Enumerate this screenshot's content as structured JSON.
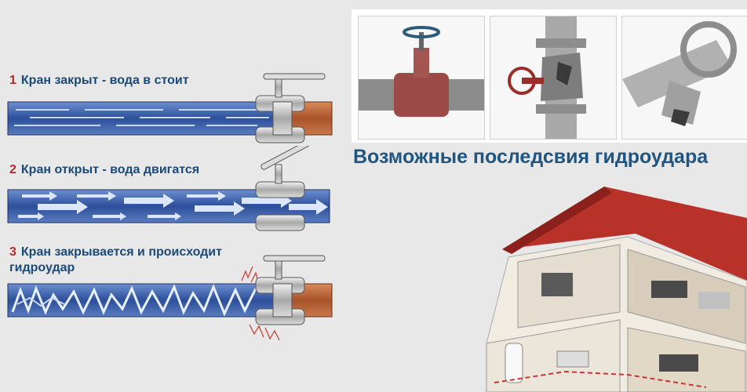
{
  "steps": [
    {
      "num": "1",
      "text": "Кран закрыт - вода в стоит"
    },
    {
      "num": "2",
      "text": "Кран открыт - вода двигатся"
    },
    {
      "num": "3",
      "text": "Кран закрывается и происходит гидроудар"
    }
  ],
  "heading": "Возможные последсвия гидроудара",
  "colors": {
    "water": "#3a5ea8",
    "step_number": "#b22a2a",
    "text": "#1a4a78",
    "heading": "#1f5580",
    "pipe_copper": "#b3612f",
    "roof": "#b8322a"
  },
  "icons": [
    "valve-icon",
    "gate-valve-icon",
    "broken-pipe-icon",
    "burst-filter-icon",
    "house-cutaway-icon"
  ]
}
